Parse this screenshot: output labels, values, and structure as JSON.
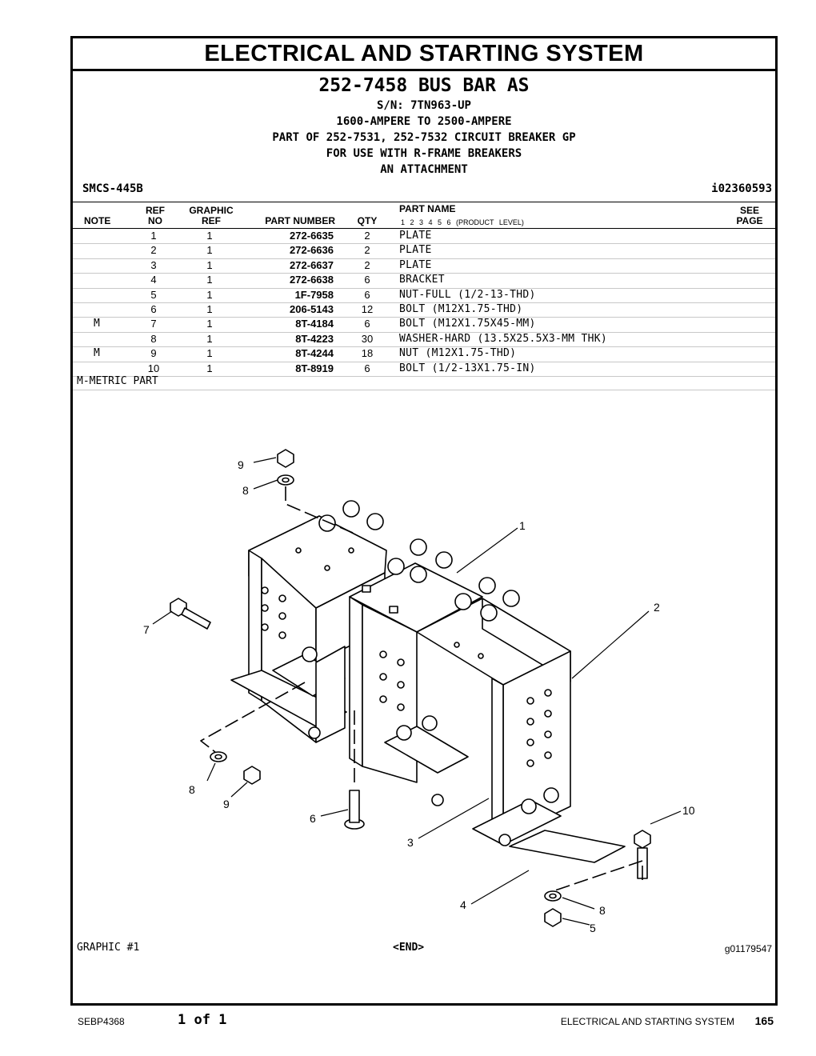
{
  "section_title": "ELECTRICAL AND STARTING SYSTEM",
  "assembly": {
    "title": "252-7458 BUS BAR AS",
    "lines": [
      "S/N: 7TN963-UP",
      "1600-AMPERE TO 2500-AMPERE",
      "PART OF 252-7531, 252-7532 CIRCUIT BREAKER GP",
      "FOR USE WITH R-FRAME BREAKERS",
      "AN ATTACHMENT"
    ]
  },
  "smcs": "SMCS-445B",
  "illustration_id": "i02360593",
  "table": {
    "headers": {
      "note": "NOTE",
      "ref_top": "REF",
      "ref_bottom": "NO",
      "graphic_top": "GRAPHIC",
      "graphic_bottom": "REF",
      "part_number": "PART NUMBER",
      "qty": "QTY",
      "part_name": "PART NAME",
      "product_levels": "1  2  3  4  5  6  (PRODUCT LEVEL)",
      "see_top": "SEE",
      "see_bottom": "PAGE"
    },
    "rows": [
      {
        "note": "",
        "ref": "1",
        "graphic": "1",
        "part_number": "272-6635",
        "qty": "2",
        "name": "PLATE"
      },
      {
        "note": "",
        "ref": "2",
        "graphic": "1",
        "part_number": "272-6636",
        "qty": "2",
        "name": "PLATE"
      },
      {
        "note": "",
        "ref": "3",
        "graphic": "1",
        "part_number": "272-6637",
        "qty": "2",
        "name": "PLATE"
      },
      {
        "note": "",
        "ref": "4",
        "graphic": "1",
        "part_number": "272-6638",
        "qty": "6",
        "name": "BRACKET"
      },
      {
        "note": "",
        "ref": "5",
        "graphic": "1",
        "part_number": "1F-7958",
        "qty": "6",
        "name": "NUT-FULL (1/2-13-THD)"
      },
      {
        "note": "",
        "ref": "6",
        "graphic": "1",
        "part_number": "206-5143",
        "qty": "12",
        "name": "BOLT (M12X1.75-THD)"
      },
      {
        "note": "M",
        "ref": "7",
        "graphic": "1",
        "part_number": "8T-4184",
        "qty": "6",
        "name": "BOLT (M12X1.75X45-MM)"
      },
      {
        "note": "",
        "ref": "8",
        "graphic": "1",
        "part_number": "8T-4223",
        "qty": "30",
        "name": "WASHER-HARD (13.5X25.5X3-MM THK)"
      },
      {
        "note": "M",
        "ref": "9",
        "graphic": "1",
        "part_number": "8T-4244",
        "qty": "18",
        "name": "NUT (M12X1.75-THD)"
      },
      {
        "note": "",
        "ref": "10",
        "graphic": "1",
        "part_number": "8T-8919",
        "qty": "6",
        "name": "BOLT (1/2-13X1.75-IN)"
      }
    ],
    "footnote": "M-METRIC PART"
  },
  "graphic": {
    "label": "GRAPHIC #1",
    "end_marker": "<END>",
    "graphic_id": "g01179547",
    "callouts": [
      "9",
      "8",
      "1",
      "2",
      "7",
      "8",
      "9",
      "6",
      "3",
      "10",
      "4",
      "8",
      "5"
    ]
  },
  "footer": {
    "doc_number": "SEBP4368",
    "page_of": "1 of 1",
    "section": "ELECTRICAL AND STARTING SYSTEM",
    "page_number": "165"
  }
}
